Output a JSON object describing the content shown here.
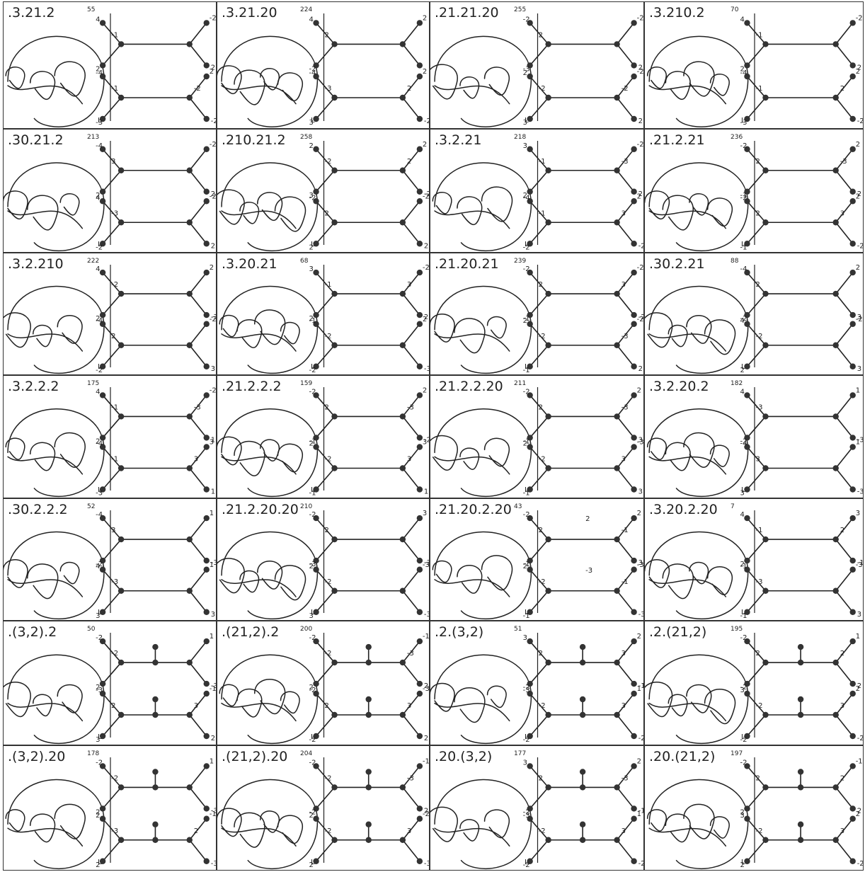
{
  "cells": [
    {
      "label": ".3.21.2",
      "num": "55"
    },
    {
      "label": ".3.21.20",
      "num": "224"
    },
    {
      "label": ".21.21.20",
      "num": "255"
    },
    {
      "label": ".3.210.2",
      "num": "70"
    },
    {
      "label": ".30.21.2",
      "num": "213"
    },
    {
      "label": ".210.21.2",
      "num": "258"
    },
    {
      "label": ".3.2.21",
      "num": "218"
    },
    {
      "label": ".21.2.21",
      "num": "236"
    },
    {
      "label": ".3.2.210",
      "num": "222"
    },
    {
      "label": ".3.20.21",
      "num": "68"
    },
    {
      "label": ".21.20.21",
      "num": "239"
    },
    {
      "label": ".30.2.21",
      "num": "88"
    },
    {
      "label": ".3.2.2.2",
      "num": "175"
    },
    {
      "label": ".21.2.2.2",
      "num": "159"
    },
    {
      "label": ".21.2.2.20",
      "num": "211"
    },
    {
      "label": ".3.2.20.2",
      "num": "182"
    },
    {
      "label": ".30.2.2.2",
      "num": "52"
    },
    {
      "label": ".21.2.20.20",
      "num": "210"
    },
    {
      "label": ".21.20.2.20",
      "num": "43"
    },
    {
      "label": ".3.20.2.20",
      "num": "7"
    },
    {
      "label": ".(3,2).2",
      "num": "50"
    },
    {
      "label": ".(21,2).2",
      "num": "200"
    },
    {
      "label": ".2.(3,2)",
      "num": "51"
    },
    {
      "label": ".2.(21,2)",
      "num": "195"
    },
    {
      "label": ".(3,2).20",
      "num": "178"
    },
    {
      "label": ".(21,2).20",
      "num": "204"
    },
    {
      "label": ".20.(3,2)",
      "num": "177"
    },
    {
      "label": ".20.(21,2)",
      "num": "197"
    }
  ],
  "l_mark": "L",
  "tree_weights": [
    {
      "top": [
        "4",
        "-1",
        "2",
        "-2",
        "2"
      ],
      "bottom": [
        "-4",
        "-1",
        "-3",
        "2",
        "-2",
        "-2"
      ]
    },
    {
      "top": [
        "4",
        "2",
        "-2",
        "2"
      ],
      "bottom": [
        "-4",
        "-3",
        "3",
        "2",
        "-2",
        "2"
      ]
    },
    {
      "top": [
        "-2",
        "2",
        "-3",
        "-2",
        "2"
      ],
      "bottom": [
        "2",
        "-2",
        "3",
        "-2",
        "2",
        "-2"
      ]
    },
    {
      "top": [
        "4",
        "-1",
        "2",
        "-2",
        "2"
      ],
      "bottom": [
        "-4",
        "-1",
        "-3",
        "2",
        "-2",
        "2"
      ]
    },
    {
      "top": [
        "-4",
        "3",
        "2",
        "-2",
        "2"
      ],
      "bottom": [
        "4",
        "-3",
        "-2",
        "-2",
        "2"
      ]
    },
    {
      "top": [
        "2",
        "-2",
        "3",
        "2",
        "-2",
        "2"
      ],
      "bottom": [
        "-2",
        "2",
        "2",
        "-2",
        "2"
      ]
    },
    {
      "top": [
        "3",
        "-1",
        "2",
        "-2",
        "2",
        "-3"
      ],
      "bottom": [
        "-4",
        "-1",
        "-2",
        "2",
        "-2",
        "3"
      ]
    },
    {
      "top": [
        "-2",
        "2",
        "-1",
        "2",
        "2",
        "-3"
      ],
      "bottom": [
        "-2",
        "2",
        "-1",
        "2",
        "-2",
        "3"
      ]
    },
    {
      "top": [
        "4",
        "-2",
        "2",
        "2",
        "-3"
      ],
      "bottom": [
        "-4",
        "2",
        "-2",
        "-2",
        "3"
      ]
    },
    {
      "top": [
        "3",
        "-1",
        "2",
        "-2",
        "2",
        "3"
      ],
      "bottom": [
        "-1",
        "-2",
        "-2",
        "2",
        "-3"
      ]
    },
    {
      "top": [
        "-2",
        "2",
        "-1",
        "-2",
        "-2",
        "3"
      ],
      "bottom": [
        "2",
        "-2",
        "-1",
        "-2",
        "2",
        "-3"
      ]
    },
    {
      "top": [
        "-4",
        "2",
        "-2",
        "2",
        "3"
      ],
      "bottom": [
        "4",
        "-2",
        "2",
        "-2",
        "3"
      ]
    },
    {
      "top": [
        "4",
        "-1",
        "2",
        "-2",
        "1",
        "-3"
      ],
      "bottom": [
        "-4",
        "-1",
        "-3",
        "3",
        "1",
        "3"
      ]
    },
    {
      "top": [
        "-2",
        "2",
        "-1",
        "2",
        "-2",
        "-3"
      ],
      "bottom": [
        "2",
        "-2",
        "-1",
        "3",
        "1",
        "3"
      ]
    },
    {
      "top": [
        "-2",
        "2",
        "-1",
        "2",
        "3",
        "-3"
      ],
      "bottom": [
        "2",
        "-2",
        "-1",
        "-3",
        "3",
        "3"
      ]
    },
    {
      "top": [
        "4",
        "-3",
        "-2",
        "1",
        "-3"
      ],
      "bottom": [
        "-4",
        "3",
        "3",
        "1",
        "-3"
      ]
    },
    {
      "top": [
        "-4",
        "3",
        "-2",
        "1",
        "-3"
      ],
      "bottom": [
        "4",
        "-3",
        "3",
        "1",
        "3"
      ]
    },
    {
      "top": [
        "-2",
        "2",
        "-3",
        "3",
        "-3"
      ],
      "bottom": [
        "2",
        "-2",
        "3",
        "-3",
        "-3"
      ]
    },
    {
      "top": [
        "-2",
        "2",
        "-1",
        "2",
        "3",
        "-1",
        "2"
      ],
      "bottom": [
        "2",
        "-2",
        "-1",
        "-3",
        "-3",
        "-1",
        "-3"
      ]
    },
    {
      "top": [
        "4",
        "-1",
        "2",
        "3",
        "-1",
        "2"
      ],
      "bottom": [
        "-1",
        "-3",
        "-1",
        "-3",
        "3"
      ]
    },
    {
      "top": [
        "-2",
        "-2",
        "2",
        "1",
        "-3"
      ],
      "bottom": [
        "-3",
        "2",
        "3",
        "-1",
        "2",
        "3"
      ]
    },
    {
      "top": [
        "-2",
        "-2",
        "2",
        "-1",
        "2",
        "-3"
      ],
      "bottom": [
        "-2",
        "2",
        "-2",
        "-3",
        "2",
        "3"
      ]
    },
    {
      "top": [
        "3",
        "2",
        "-2",
        "2",
        "-1",
        "3"
      ],
      "bottom": [
        "-3",
        "-2",
        "-2",
        "1",
        "-2",
        "3"
      ]
    },
    {
      "top": [
        "-2",
        "2",
        "-2",
        "1",
        "2",
        "2"
      ],
      "bottom": [
        "3",
        "-2",
        "-2",
        "2",
        "-2",
        "3"
      ]
    },
    {
      "top": [
        "-2",
        "-2",
        "2",
        "1",
        "-3"
      ],
      "bottom": [
        "2",
        "-3",
        "2",
        "-1",
        "-3",
        "2"
      ]
    },
    {
      "top": [
        "-2",
        "-2",
        "-2",
        "-1",
        "2",
        "-3"
      ],
      "bottom": [
        "2",
        "-2",
        "2",
        "-2",
        "-3",
        "3"
      ]
    },
    {
      "top": [
        "3",
        "2",
        "-2",
        "2",
        "-1",
        "-3"
      ],
      "bottom": [
        "-3",
        "-2",
        "-2",
        "1",
        "-2",
        "3"
      ]
    },
    {
      "top": [
        "-2",
        "2",
        "2",
        "-1",
        "2",
        "2"
      ],
      "bottom": [
        "3",
        "-2",
        "2",
        "2",
        "-2",
        "3"
      ]
    }
  ]
}
